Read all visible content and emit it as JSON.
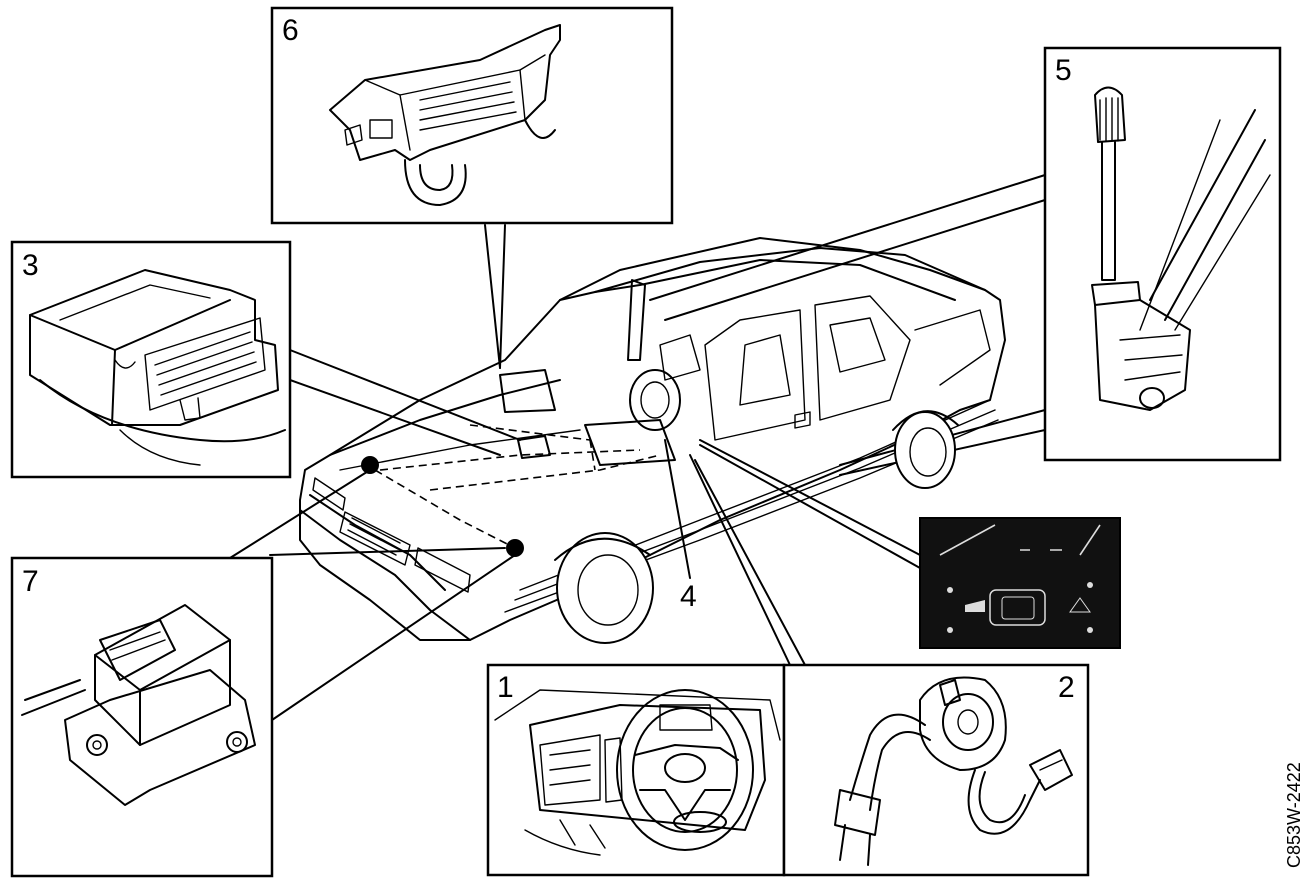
{
  "callouts": {
    "c1": "1",
    "c2": "2",
    "c3": "3",
    "c4": "4",
    "c5": "5",
    "c6": "6",
    "c7": "7"
  },
  "reference_code": "C853W-2422",
  "colors": {
    "line": "#000000",
    "background": "#ffffff",
    "display_panel": "#111111"
  },
  "icons": {
    "car": "sedan-car-illustration",
    "c1": "dashboard-steering-wheel-illustration",
    "c2": "contact-reel-cable-illustration",
    "c3": "control-module-illustration",
    "c5": "steering-column-lever-illustration",
    "c6": "instrument-bracket-illustration",
    "c7": "crash-sensor-illustration",
    "display": "srs-warning-display-illustration"
  }
}
